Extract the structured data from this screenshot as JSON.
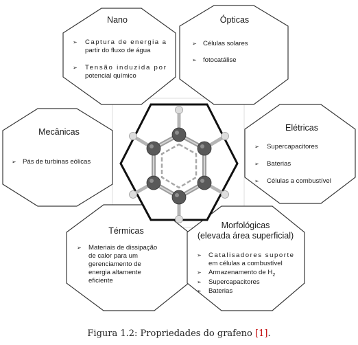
{
  "nano": {
    "title": "Nano",
    "items": [
      [
        "Captura de energia a",
        "partir do fluxo de água"
      ],
      [
        "Tensão induzida por",
        "potencial químico"
      ]
    ]
  },
  "opticas": {
    "title": "Ópticas",
    "items": [
      [
        "Células solares"
      ],
      [
        "fotocatálise"
      ]
    ]
  },
  "mecanicas": {
    "title": "Mecânicas",
    "items": [
      [
        "Pás de turbinas eólicas"
      ]
    ]
  },
  "eletricas": {
    "title": "Elétricas",
    "items": [
      [
        "Supercapacitores"
      ],
      [
        "Baterias"
      ],
      [
        "Células a combustível"
      ]
    ]
  },
  "termicas": {
    "title": "Térmicas",
    "items": [
      [
        "Materiais de dissipação",
        "de calor para um",
        "gerenciamento de",
        "energia altamente",
        "eficiente"
      ]
    ]
  },
  "morfologicas": {
    "title_line1": "Morfológicas",
    "title_line2": "(elevada área superficial)",
    "item1_line1": "Catalisadores suporte",
    "item1_line2": "em células a combustível",
    "item2_text": "Armazenamento de H",
    "item2_sub": "2",
    "item3": "Supercapacitores",
    "item4": "Baterias"
  },
  "bullet_glyph": "➢",
  "caption": {
    "text": "Figura 1.2: Propriedades do grafeno ",
    "ref": "[1]",
    "end": "."
  }
}
